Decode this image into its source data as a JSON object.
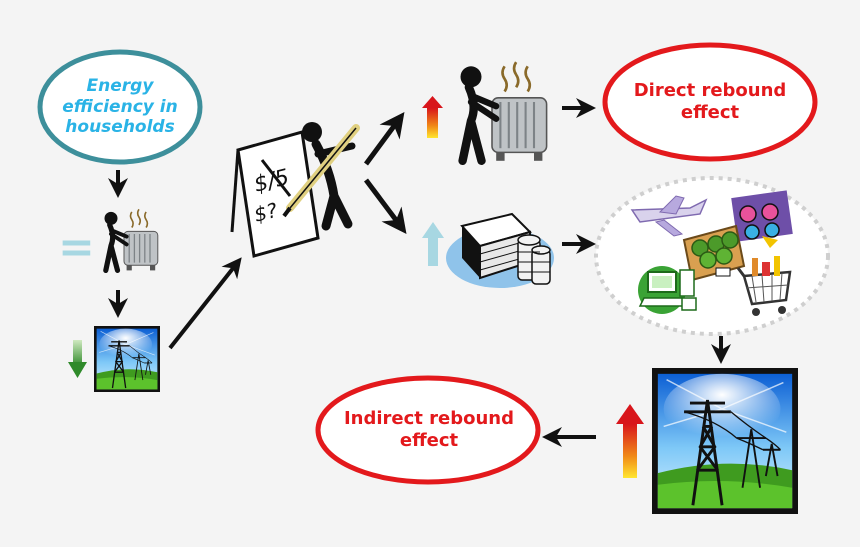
{
  "labels": {
    "energy_efficiency": "Energy efficiency in households",
    "direct_rebound": "Direct rebound effect",
    "indirect_rebound": "Indirect rebound effect",
    "equals_symbol": "="
  },
  "colors": {
    "ellipse_teal": "#3d8f9b",
    "ellipse_red": "#e3191c",
    "energy_text": "#2ab3e6",
    "rebound_text": "#e3191c",
    "arrow": "#111111",
    "light_blue_up": "#a7d7e2",
    "green_down": "#4aa33a",
    "dotted_circle": "#cfcfcf"
  },
  "icons": [
    "person-radiator-icon",
    "power-tower-icon",
    "person-calculating-icon",
    "money-stack-icon",
    "consumer-goods-icon",
    "red-up-arrow-icon",
    "light-blue-up-arrow-icon",
    "green-down-arrow-icon"
  ]
}
